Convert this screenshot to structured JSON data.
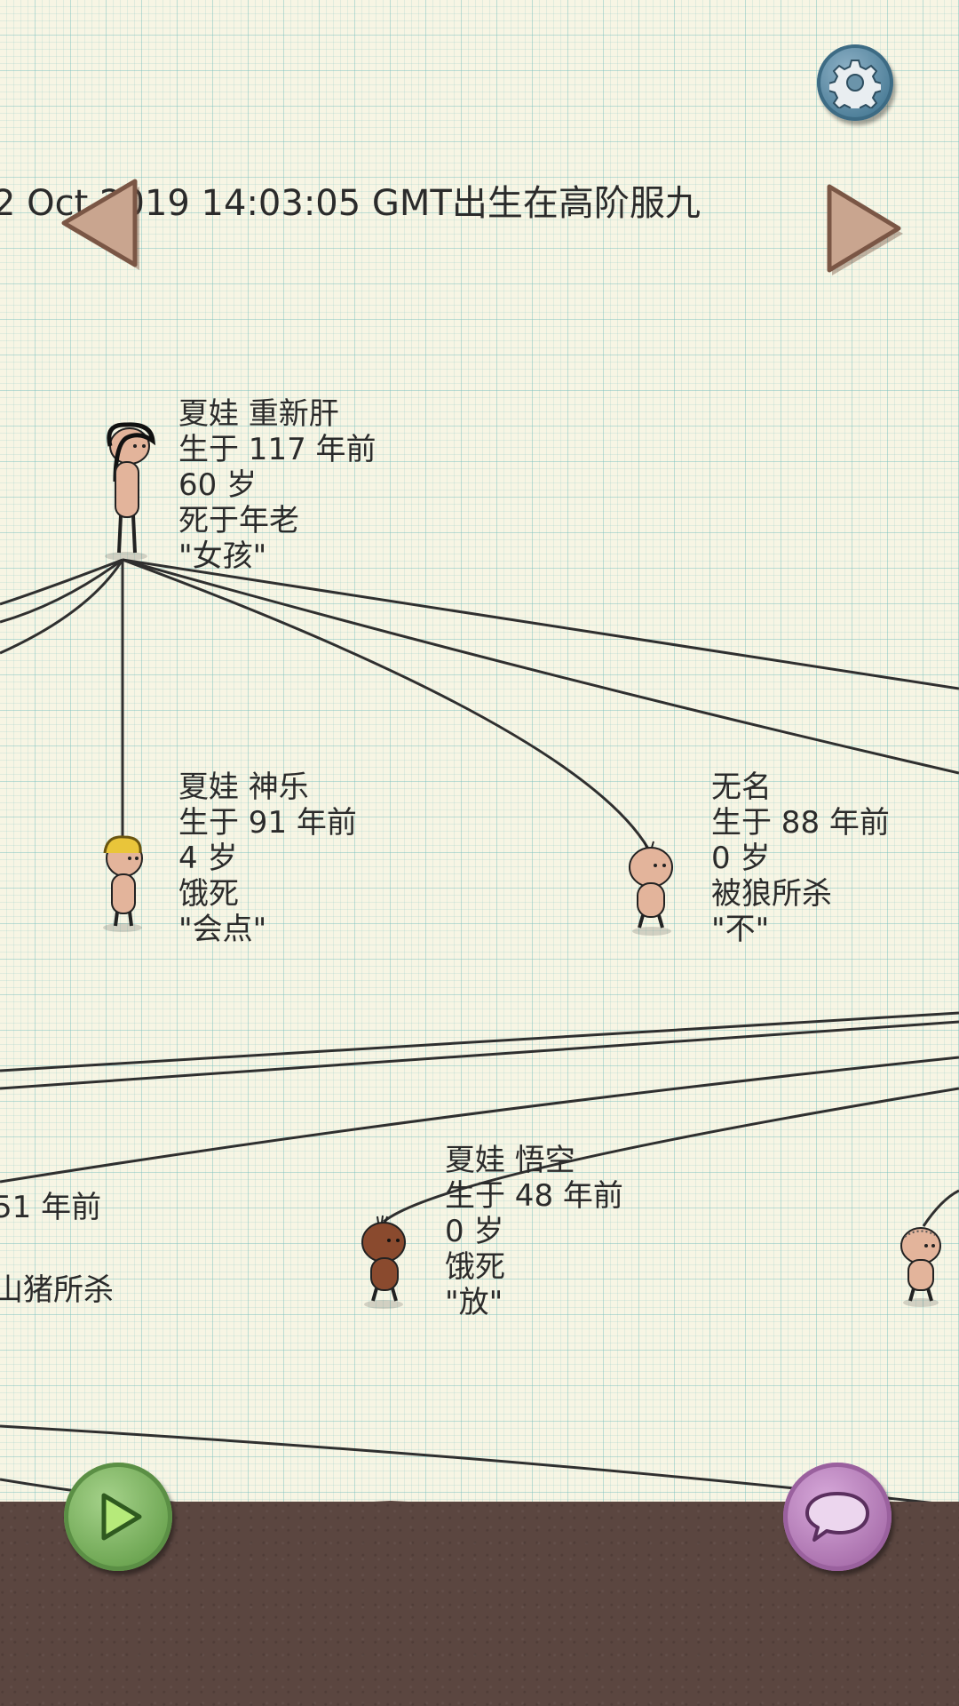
{
  "header": {
    "date_line": "2 Oct 2019 14:03:05 GMT出生在高阶服九"
  },
  "people": [
    {
      "name": "夏娃 重新肝",
      "born": "生于 117 年前",
      "age": "60 岁",
      "death": "死于年老",
      "quote": "\"女孩\""
    },
    {
      "name": "夏娃 神乐",
      "born": "生于 91 年前",
      "age": "4 岁",
      "death": "饿死",
      "quote": "\"会点\""
    },
    {
      "name": "无名",
      "born": "生于 88 年前",
      "age": "0 岁",
      "death": "被狼所杀",
      "quote": "\"不\""
    },
    {
      "name": "夏娃 悟空",
      "born": "生于 48 年前",
      "age": "0 岁",
      "death": "饿死",
      "quote": "\"放\""
    }
  ],
  "partial_labels": {
    "born": "51 年前",
    "death": "山猪所杀"
  },
  "buttons": {
    "settings": "gear-icon",
    "prev": "arrow-left-icon",
    "next": "arrow-right-icon",
    "play": "play-icon",
    "chat": "speech-bubble-icon"
  },
  "colors": {
    "paper": "#f7f5e4",
    "grid": "#78bebe",
    "ground": "#5b4640",
    "line": "#2f2f2f"
  }
}
